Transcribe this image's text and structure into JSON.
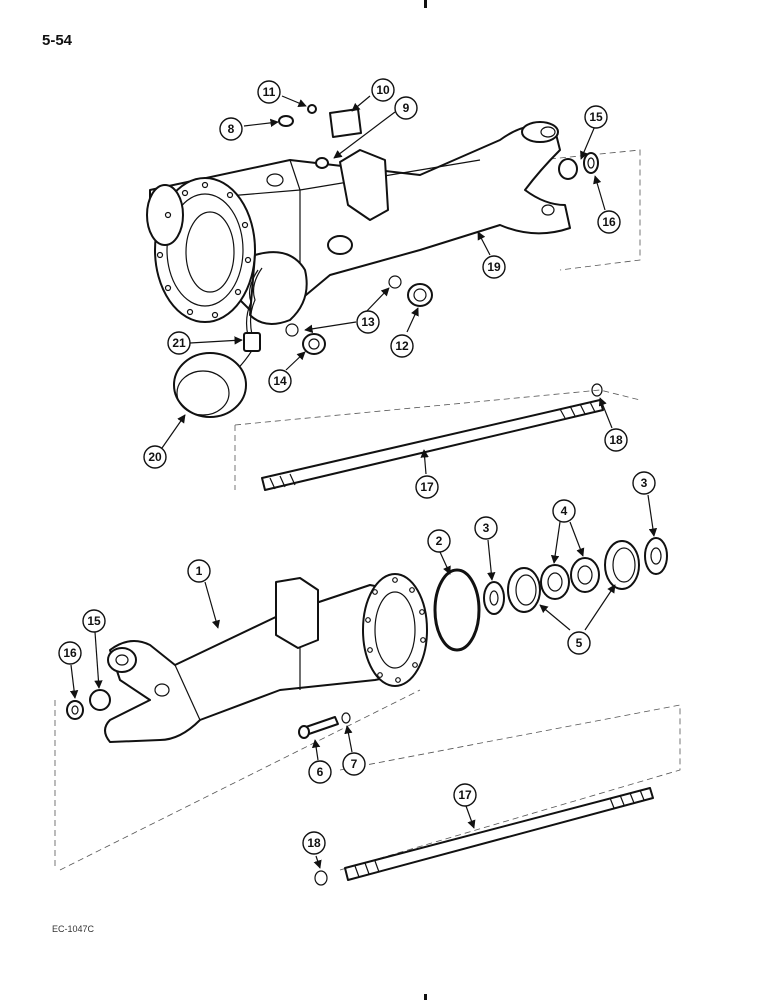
{
  "page": {
    "number": "5-54",
    "figure_code": "EC-1047C"
  },
  "callouts": [
    "11",
    "10",
    "8",
    "9",
    "15",
    "16",
    "19",
    "13",
    "12",
    "21",
    "14",
    "20",
    "18",
    "17",
    "3",
    "4",
    "2",
    "1",
    "15",
    "16",
    "5",
    "6",
    "7",
    "17",
    "18"
  ]
}
